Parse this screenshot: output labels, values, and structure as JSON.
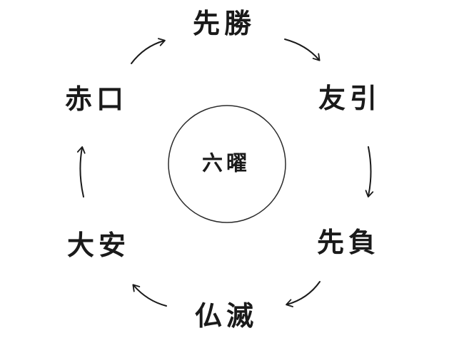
{
  "diagram": {
    "center_label": "六曜",
    "node_labels": [
      "先勝",
      "友引",
      "先負",
      "仏滅",
      "大安",
      "赤口"
    ],
    "colors": {
      "ink": "#1a1a1a",
      "background": "#ffffff"
    }
  }
}
